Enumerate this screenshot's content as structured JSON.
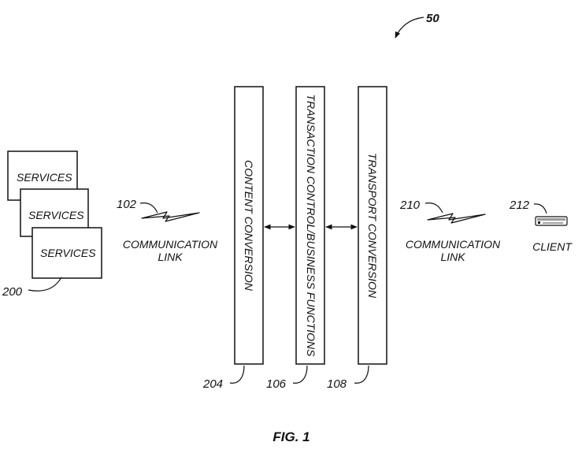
{
  "figure_ref": "50",
  "services": [
    {
      "label": "SERVICES"
    },
    {
      "label": "SERVICES"
    },
    {
      "label": "SERVICES"
    }
  ],
  "services_ref": "200",
  "left_link": {
    "ref": "102",
    "line1": "COMMUNICATION",
    "line2": "LINK"
  },
  "columns": [
    {
      "label": "CONTENT CONVERSION",
      "ref": "204"
    },
    {
      "label": "TRANSACTION CONTROL/BUSINESS FUNCTIONS",
      "ref": "106"
    },
    {
      "label": "TRANSPORT CONVERSION",
      "ref": "108"
    }
  ],
  "right_link": {
    "ref": "210",
    "line1": "COMMUNICATION",
    "line2": "LINK"
  },
  "client": {
    "ref": "212",
    "label": "CLIENT"
  },
  "caption": "FIG. 1"
}
